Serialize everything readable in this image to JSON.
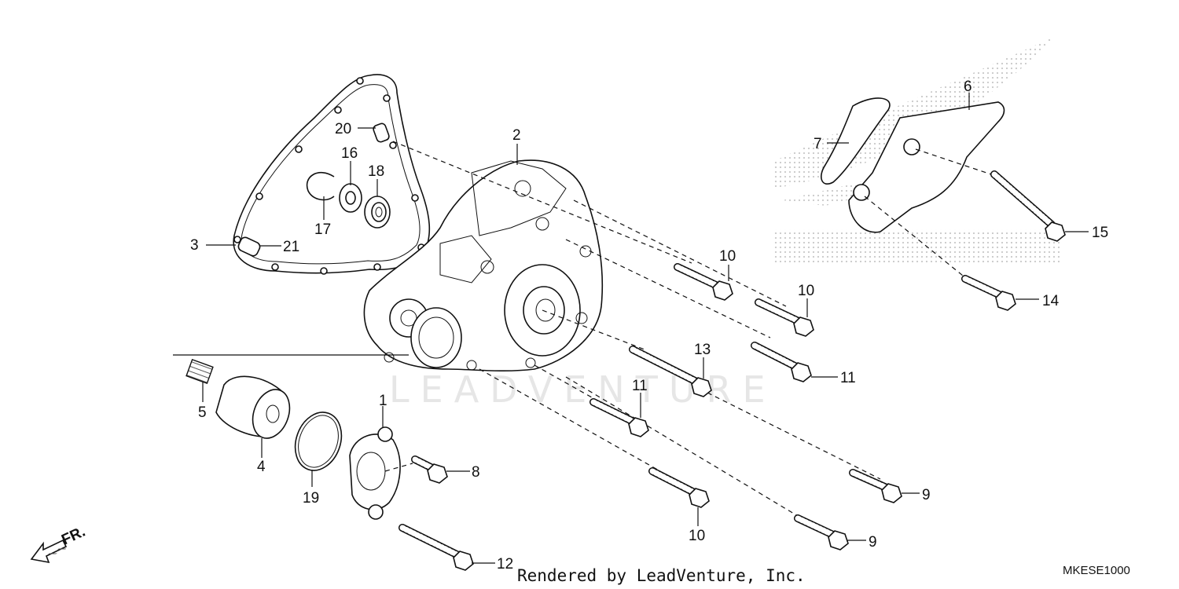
{
  "watermark": "LEADVENTURE",
  "credit": "Rendered by LeadVenture, Inc.",
  "diagram_code": "MKESE1000",
  "direction_label": "FR.",
  "callouts": {
    "c1": "1",
    "c2": "2",
    "c3": "3",
    "c4": "4",
    "c5": "5",
    "c6": "6",
    "c7": "7",
    "c8": "8",
    "c9a": "9",
    "c9b": "9",
    "c10a": "10",
    "c10b": "10",
    "c10c": "10",
    "c11a": "11",
    "c11b": "11",
    "c12": "12",
    "c13": "13",
    "c14": "14",
    "c15": "15",
    "c16": "16",
    "c17": "17",
    "c18": "18",
    "c19": "19",
    "c20": "20",
    "c21": "21"
  }
}
